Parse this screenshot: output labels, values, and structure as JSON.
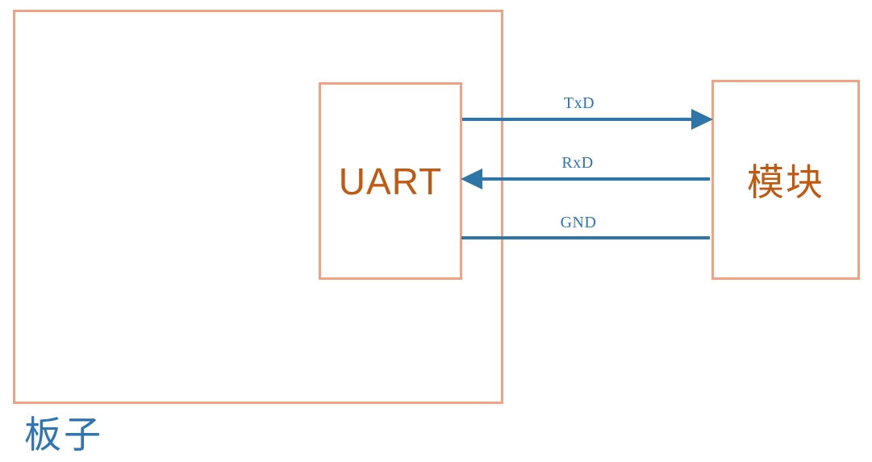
{
  "diagram": {
    "title_text": "",
    "colors": {
      "box_border": "#F3A183",
      "wire": "#2E75A8",
      "box_text": "#C15A11",
      "caption_text": "#2E75B6",
      "background": "#FFFFFF"
    },
    "board": {
      "caption": "板子"
    },
    "blocks": [
      {
        "id": "uart",
        "label": "UART"
      },
      {
        "id": "module",
        "label": "模块"
      }
    ],
    "connections": [
      {
        "id": "txd",
        "label": "TxD",
        "direction": "uart-to-module",
        "arrow": "right"
      },
      {
        "id": "rxd",
        "label": "RxD",
        "direction": "module-to-uart",
        "arrow": "left"
      },
      {
        "id": "gnd",
        "label": "GND",
        "direction": "bidirectional-none",
        "arrow": "none"
      }
    ]
  }
}
